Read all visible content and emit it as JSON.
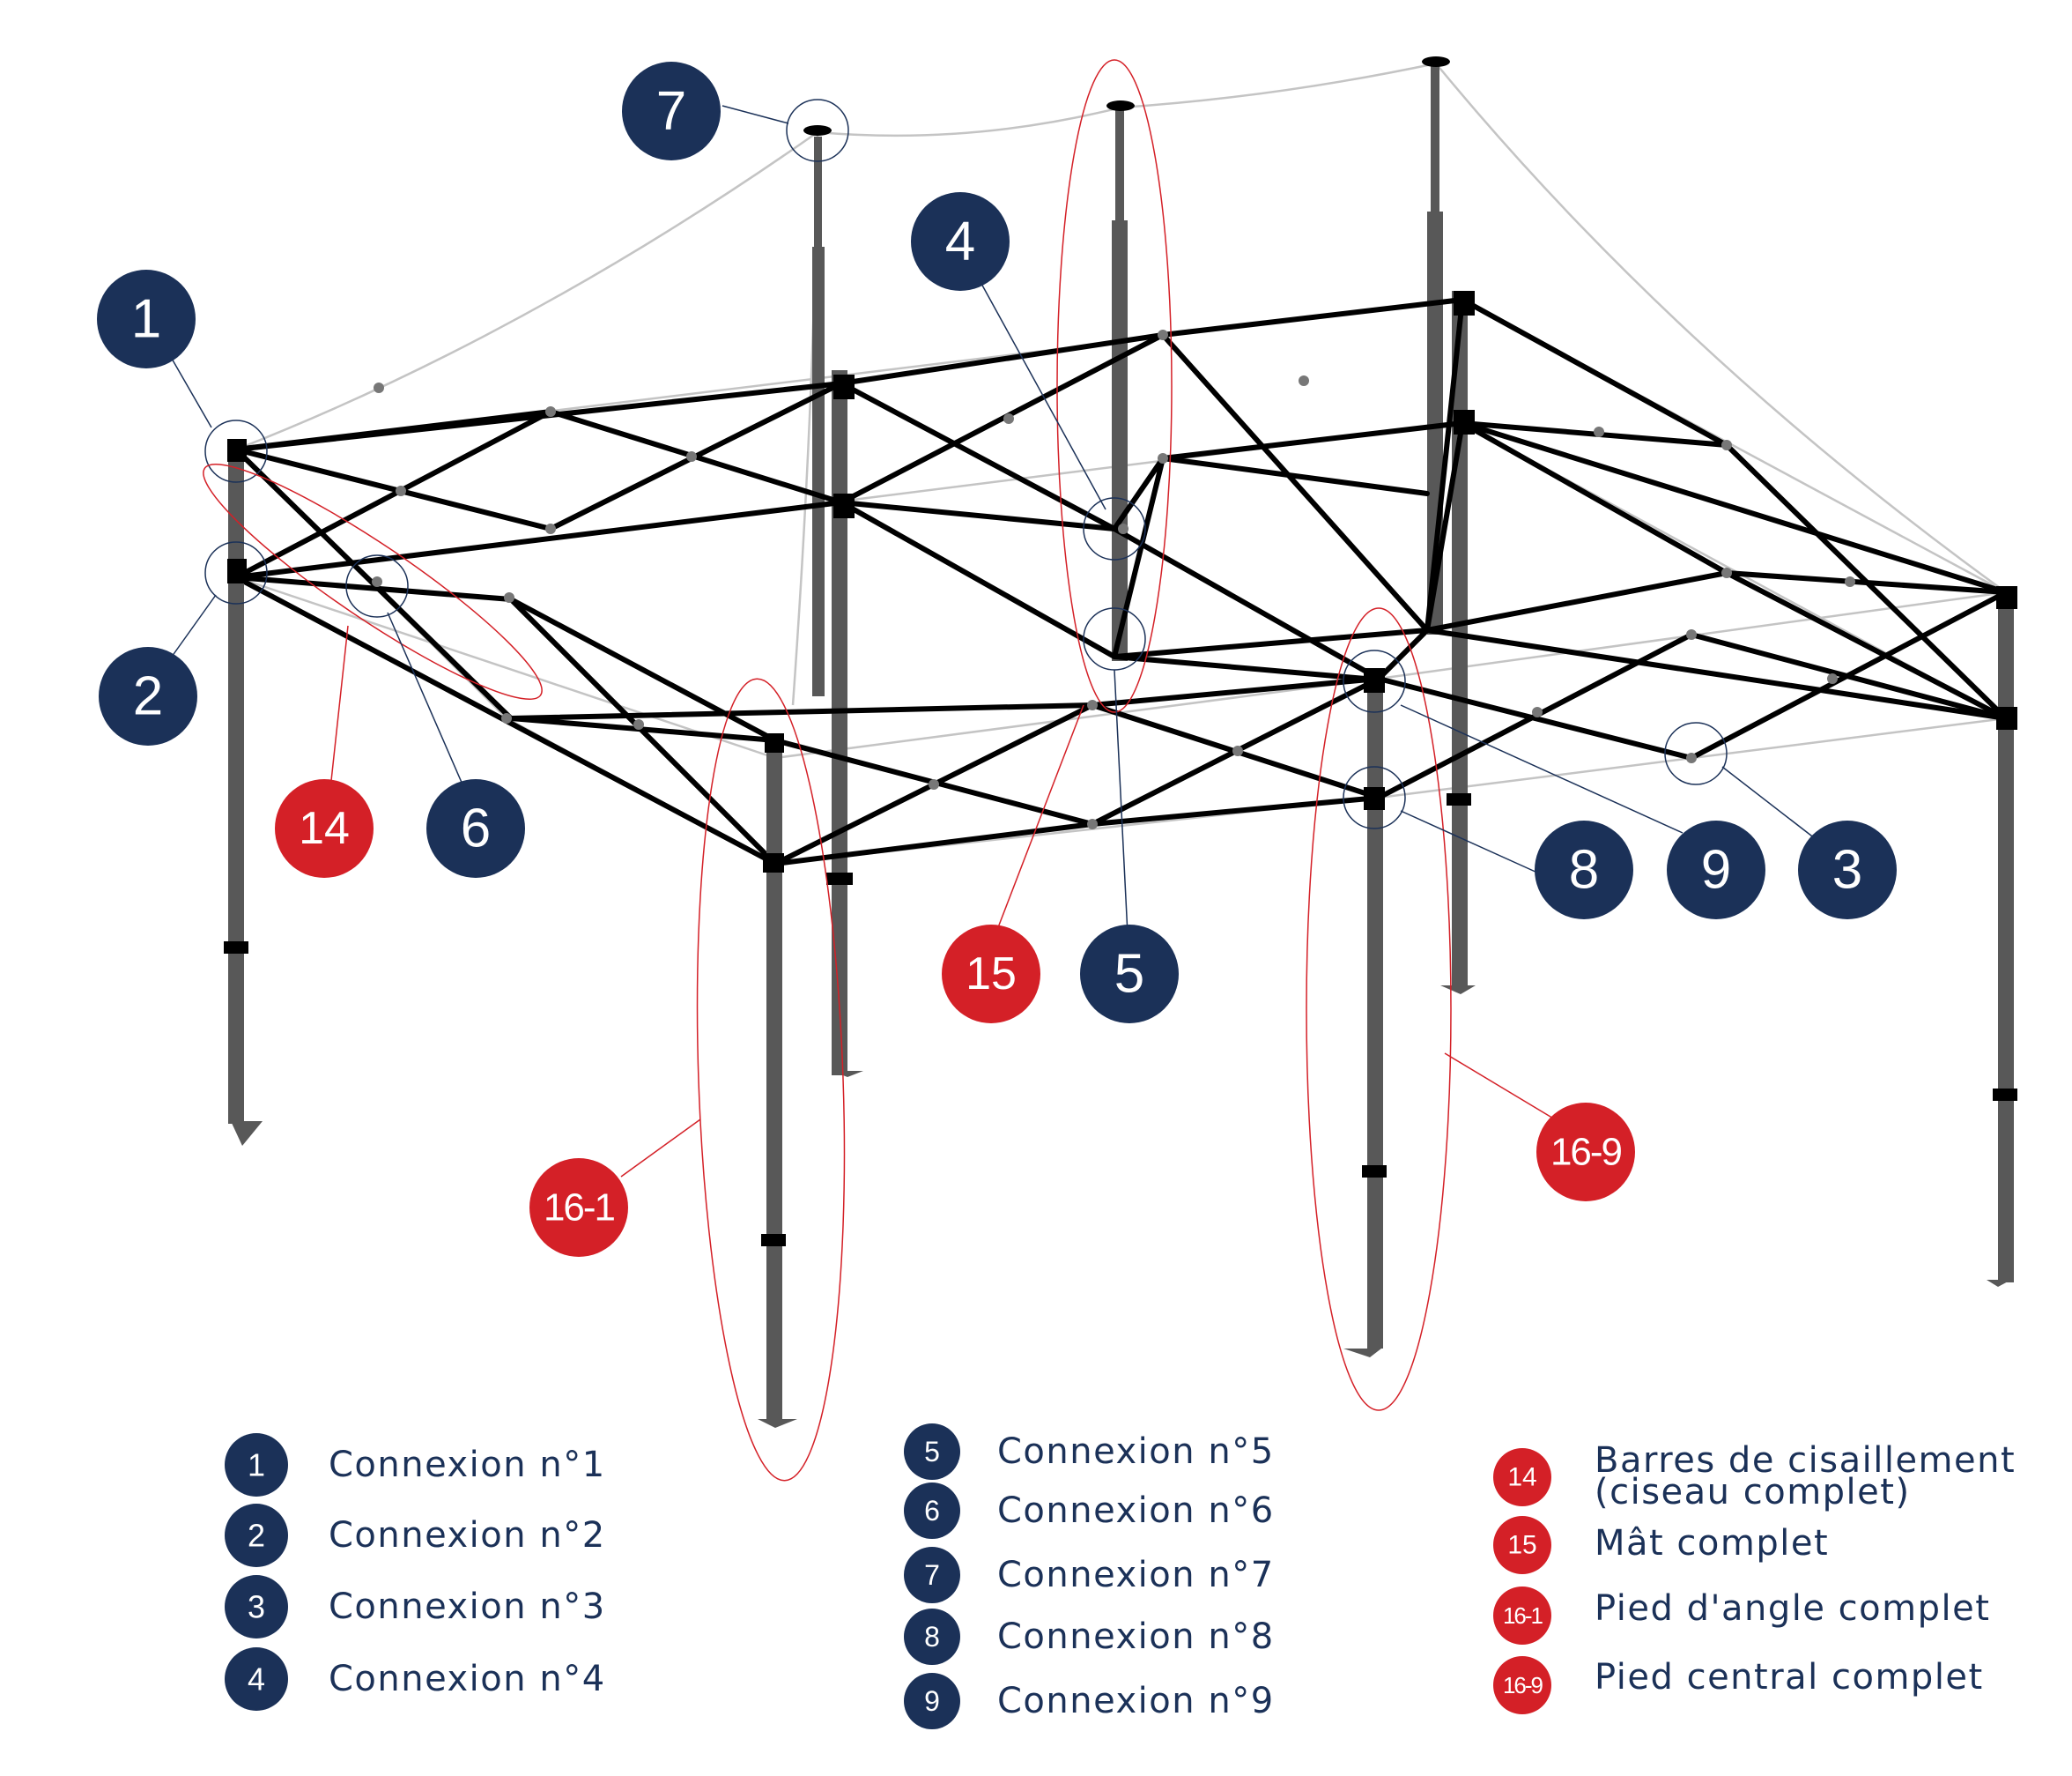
{
  "colors": {
    "navy": "#1b3158",
    "red": "#d42027",
    "frame": "#000000",
    "leg": "#585858",
    "rope": "#c4c4c4"
  },
  "callouts": {
    "c1": "1",
    "c2": "2",
    "c3": "3",
    "c4": "4",
    "c5": "5",
    "c6": "6",
    "c7": "7",
    "c8": "8",
    "c9": "9",
    "c14": "14",
    "c15": "15",
    "c16_1": "16-1",
    "c16_9": "16-9"
  },
  "legend": {
    "connections_left": [
      {
        "num": "1",
        "label": "Connexion n°1"
      },
      {
        "num": "2",
        "label": "Connexion n°2"
      },
      {
        "num": "3",
        "label": "Connexion n°3"
      },
      {
        "num": "4",
        "label": "Connexion n°4"
      }
    ],
    "connections_right": [
      {
        "num": "5",
        "label": "Connexion n°5"
      },
      {
        "num": "6",
        "label": "Connexion n°6"
      },
      {
        "num": "7",
        "label": "Connexion n°7"
      },
      {
        "num": "8",
        "label": "Connexion n°8"
      },
      {
        "num": "9",
        "label": "Connexion n°9"
      }
    ],
    "parts": [
      {
        "num": "14",
        "label1": "Barres de cisaillement",
        "label2": "(ciseau complet)"
      },
      {
        "num": "15",
        "label1": "Mât complet",
        "label2": ""
      },
      {
        "num": "16-1",
        "label1": "Pied d'angle complet",
        "label2": ""
      },
      {
        "num": "16-9",
        "label1": "Pied central complet",
        "label2": ""
      }
    ]
  }
}
